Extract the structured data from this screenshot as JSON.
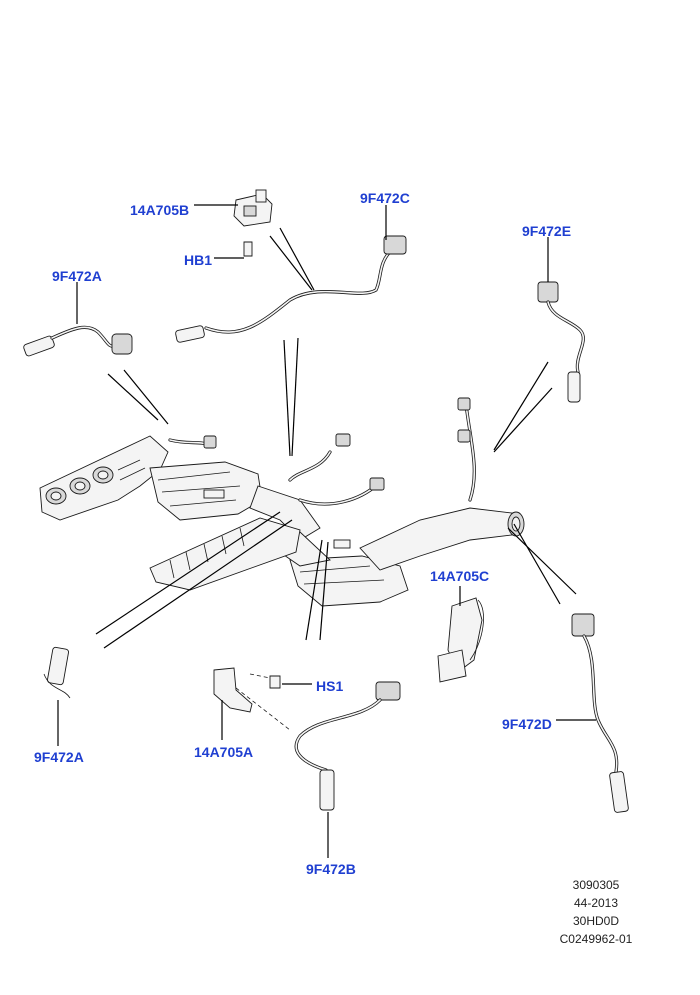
{
  "diagram": {
    "callouts": [
      {
        "id": "c-14a705b",
        "text": "14A705B"
      },
      {
        "id": "c-9f472c",
        "text": "9F472C"
      },
      {
        "id": "c-hb1",
        "text": "HB1"
      },
      {
        "id": "c-9f472a-top",
        "text": "9F472A"
      },
      {
        "id": "c-9f472e",
        "text": "9F472E"
      },
      {
        "id": "c-14a705c",
        "text": "14A705C"
      },
      {
        "id": "c-hs1",
        "text": "HS1"
      },
      {
        "id": "c-14a705a",
        "text": "14A705A"
      },
      {
        "id": "c-9f472a-bottom",
        "text": "9F472A"
      },
      {
        "id": "c-9f472d",
        "text": "9F472D"
      },
      {
        "id": "c-9f472b",
        "text": "9F472B"
      }
    ],
    "reference": [
      "3090305",
      "44-2013",
      "30HD0D",
      "C0249962-01"
    ]
  }
}
